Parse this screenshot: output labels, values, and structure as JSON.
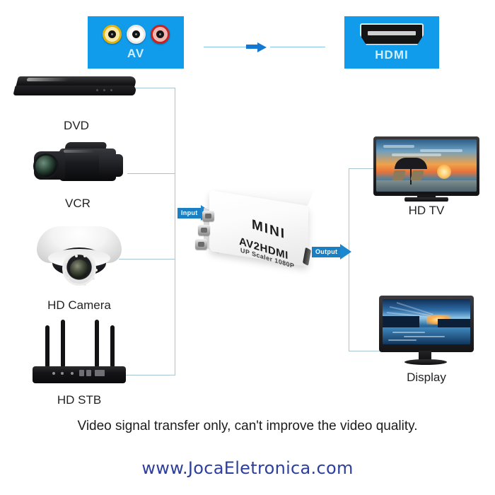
{
  "banners": {
    "av": {
      "label": "AV",
      "icon": "rca-jacks-icon",
      "bg_color": "#119ceb",
      "jacks": [
        {
          "name": "video",
          "color": "#e3b40a"
        },
        {
          "name": "audio-left",
          "color": "#e9e9e9"
        },
        {
          "name": "audio-right",
          "color": "#c9221c"
        }
      ]
    },
    "hdmi": {
      "label": "HDMI",
      "icon": "hdmi-port-icon",
      "bg_color": "#119ceb"
    },
    "arrow_direction": "right"
  },
  "sources": [
    {
      "label": "DVD",
      "icon": "dvd-player-icon"
    },
    {
      "label": "VCR",
      "icon": "camcorder-icon"
    },
    {
      "label": "HD Camera",
      "icon": "dome-camera-icon"
    },
    {
      "label": "HD STB",
      "icon": "set-top-box-icon"
    }
  ],
  "converter": {
    "brand": "MINI",
    "model": "AV2HDMI",
    "spec": "UP Scaler 1080P",
    "input_badge": "Input",
    "output_badge": "Output",
    "input_ports": 3,
    "output_port": "hdmi"
  },
  "outputs": [
    {
      "label": "HD TV",
      "icon": "television-icon"
    },
    {
      "label": "Display",
      "icon": "monitor-icon"
    }
  ],
  "footer": {
    "caption": "Video signal transfer only, can't improve the video quality.",
    "watermark": "www.JocaEletronica.com",
    "watermark_color": "#2d3f9e"
  },
  "colors": {
    "accent_blue": "#119ceb",
    "badge_blue": "#1b7fc4",
    "line_blue": "#a7c4d2",
    "background": "#ffffff"
  }
}
